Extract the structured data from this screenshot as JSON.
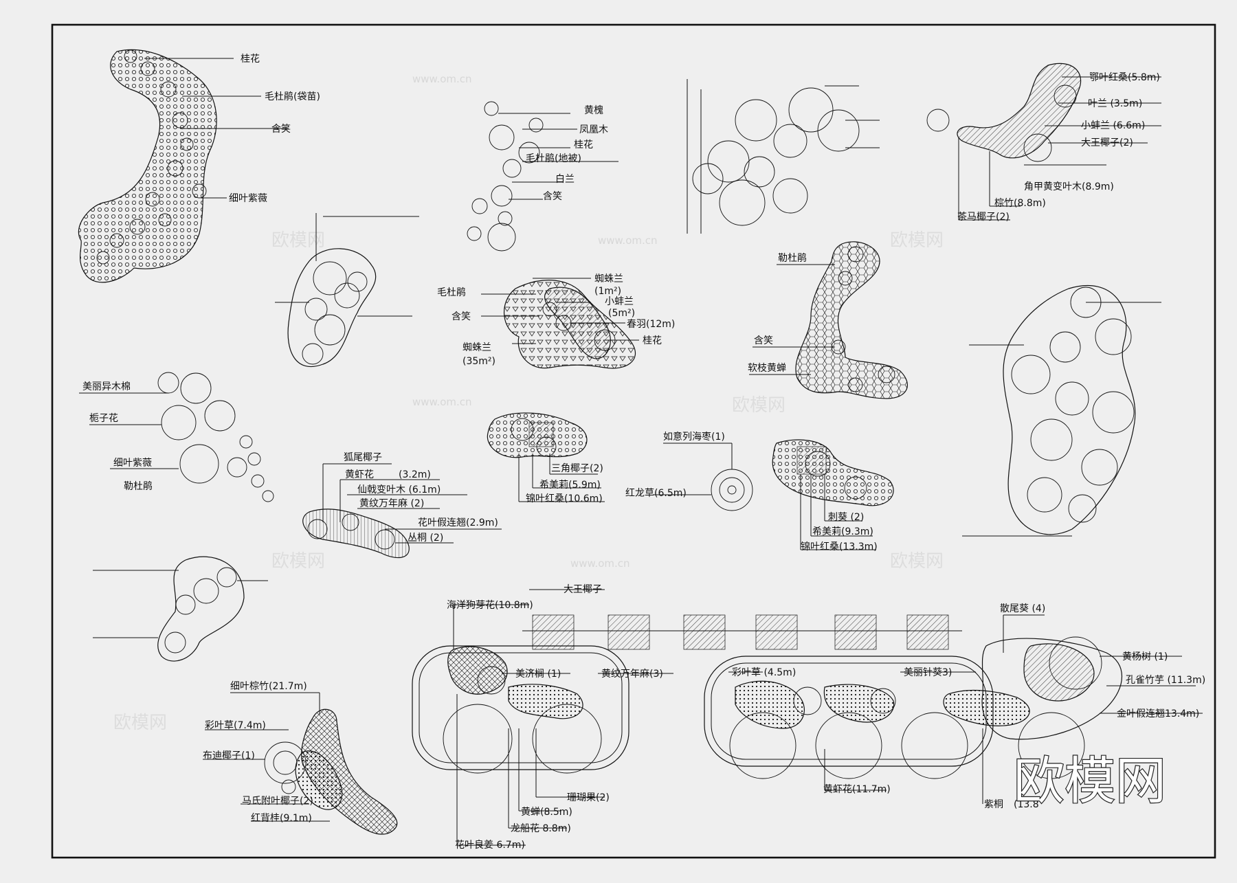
{
  "brand": {
    "watermark_text": "欧模网",
    "watermark_url": "www.om.cn",
    "logo_text": "欧模网"
  },
  "colors": {
    "paper": "#efefef",
    "ink": "#111111"
  },
  "groups": {
    "g1": [
      "桂花",
      "毛杜鹃(袋苗)",
      "含笑",
      "细叶紫薇"
    ],
    "g2": [
      "黄槐",
      "凤凰木",
      "桂花",
      "毛杜鹃(地被)",
      "白兰",
      "含笑"
    ],
    "g3": [
      "鄂叶红桑(5.8m)",
      "叶兰 (3.5m)",
      "小蚌兰 (6.6m)",
      "大王椰子(2)",
      "角甲黄变叶木(8.9m)",
      "棕竹(8.8m)",
      "茶马椰子(2)"
    ],
    "g4": [
      "毛杜鹃",
      "蜘蛛兰",
      "(1m²)",
      "小蚌兰",
      "(5m²)",
      "含笑",
      "春羽(12m)",
      "桂花",
      "蜘蛛兰",
      "(35m²)"
    ],
    "g5": [
      "勒杜鹃",
      "含笑",
      "软枝黄蝉"
    ],
    "g6": [
      "美丽异木棉",
      "栀子花",
      "细叶紫薇",
      "勒杜鹃"
    ],
    "g7": [
      "狐尾椰子",
      "黄虾花",
      "(3.2m)",
      "仙戟变叶木 (6.1m)",
      "黄纹万年麻 (2)",
      "花叶假连翘(2.9m)",
      "丛桐 (2)"
    ],
    "g8": [
      "三角椰子(2)",
      "希美莉(5.9m)",
      "锦叶红桑(10.6m)"
    ],
    "g9": [
      "如意列海枣(1)",
      "红龙草(6.5m)"
    ],
    "g10": [
      "刺葵 (2)",
      "希美莉(9.3m)",
      "锦叶红桑(13.3m)"
    ],
    "g11": [
      "大王椰子",
      "海洋狗芽花(10.8m)",
      "美济榈 (1)",
      "黄纹万年麻(3)",
      "彩叶草 (4.5m)",
      "美丽针葵3)",
      "散尾葵 (4)",
      "黄杨树 (1)",
      "孔雀竹芋 (11.3m)",
      "金叶假连翘13.4m)",
      "黄蝉(8.5m)",
      "珊瑚果(2)",
      "龙船花 8.8m)",
      "花叶良姜 6.7m)",
      "黄虾花(11.7m)",
      "紫桐",
      "(13.8"
    ],
    "g12": [
      "细叶棕竹(21.7m)",
      "彩叶草(7.4m)",
      "布迪椰子(1)",
      "马氏附叶椰子(2)",
      "红背桂(9.1m)"
    ]
  }
}
